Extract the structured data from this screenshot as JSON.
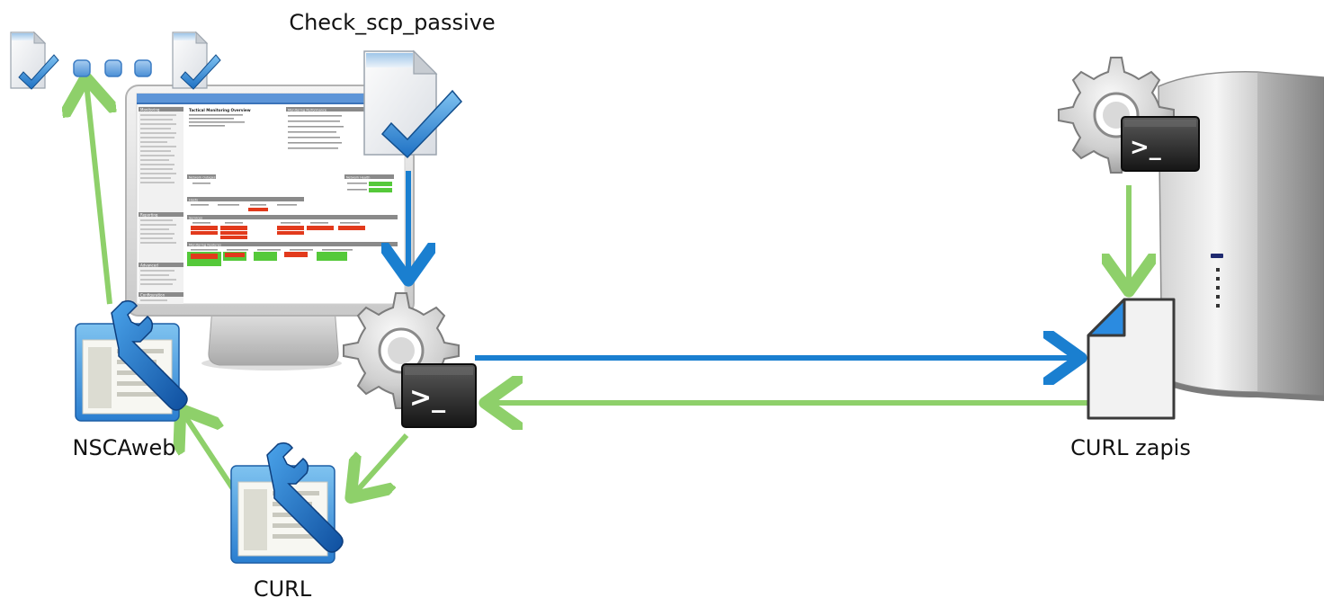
{
  "labels": {
    "check_script": "Check_scp_passive",
    "nscaweb": "NSCAweb",
    "curl": "CURL",
    "curl_zapis": "CURL zapis"
  },
  "terminal_prompt": ">_",
  "nagios_screen": {
    "overview_title": "Tactical Monitoring Overview",
    "performance_title": "Monitoring Performance",
    "network_outages": "Network Outages",
    "network_health": "Network Health",
    "hosts": "Hosts",
    "services": "Services",
    "monitoring_features": "Monitoring Features",
    "sidebar_sections": [
      "Monitoring",
      "Reporting",
      "Advanced",
      "Configuration"
    ]
  },
  "colors": {
    "blue_arrow": "#1a7fd0",
    "green_arrow": "#8ed06a",
    "critical": "#e23a1c",
    "ok": "#55c93a",
    "header_blue": "#5d95d8"
  },
  "icons": {
    "check_script": "document-check-icon",
    "results": "document-check-icon",
    "ellipsis": "ellipsis-dots-icon",
    "nscaweb": "web-app-wrench-icon",
    "curl": "web-app-wrench-icon",
    "gear_terminal": "gear-terminal-icon",
    "curl_zapis": "blank-document-icon",
    "server": "server-tower-icon",
    "monitor": "monitor-icon"
  }
}
